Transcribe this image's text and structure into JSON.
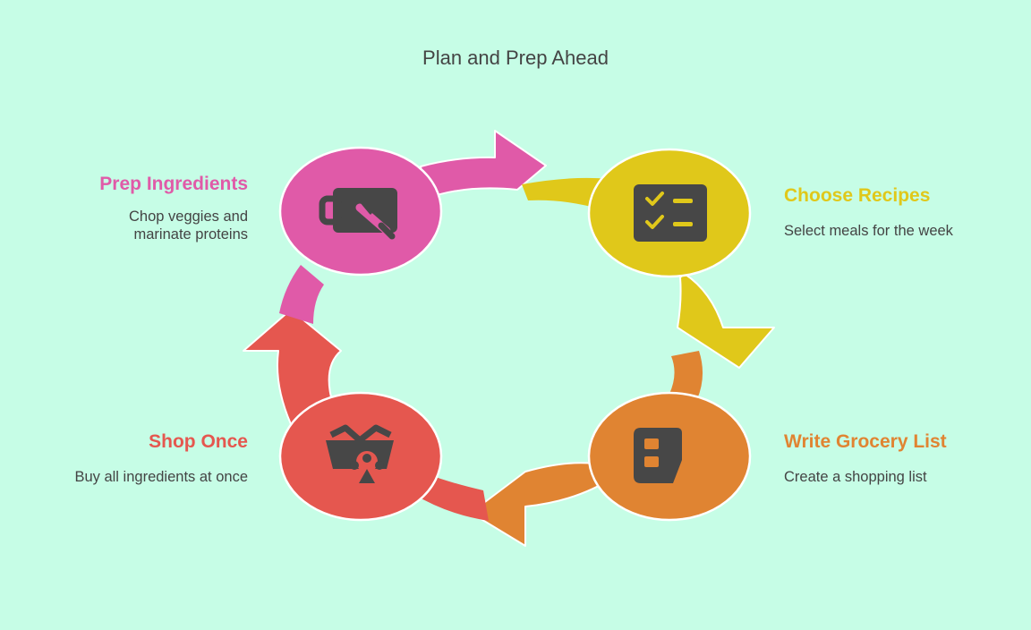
{
  "title": "Plan and Prep Ahead",
  "colors": {
    "background": "#c6fde6",
    "pink": "#e05aa8",
    "yellow": "#e0c81a",
    "orange": "#e08432",
    "red": "#e5574f",
    "icon": "#474747"
  },
  "steps": [
    {
      "id": "choose",
      "label": "Choose Recipes",
      "description": "Select meals for the week",
      "icon": "checklist-icon"
    },
    {
      "id": "grocery",
      "label": "Write Grocery List",
      "description": "Create a shopping list",
      "icon": "grocery-list-icon"
    },
    {
      "id": "shop",
      "label": "Shop Once",
      "description": "Buy all ingredients at once",
      "icon": "shopping-basket-icon"
    },
    {
      "id": "prep",
      "label": "Prep Ingredients",
      "description": "Chop veggies and\nmarinate proteins",
      "icon": "cutting-board-knife-icon"
    }
  ]
}
